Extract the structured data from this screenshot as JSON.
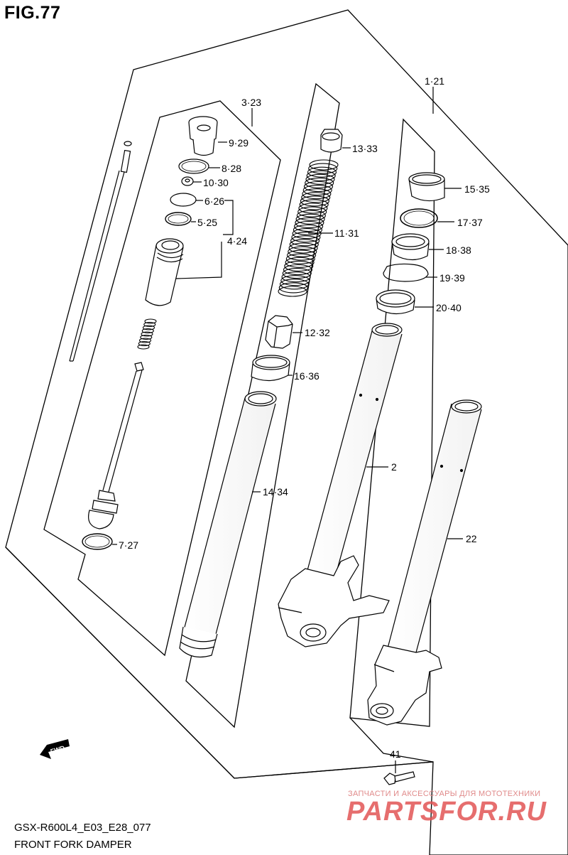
{
  "figure_title": "FIG.77",
  "model_code": "GSX-R600L4_E03_E28_077",
  "diagram_title": "FRONT FORK DAMPER",
  "watermark": {
    "tagline": "ЗАПЧАСТИ И АКСЕССУАРЫ ДЛЯ МОТОТЕХНИКИ",
    "brand": "PARTSFOR.RU"
  },
  "fwd_label": "FWD",
  "callouts": {
    "c1": "1·21",
    "c2": "2",
    "c3": "3·23",
    "c4": "4·24",
    "c5": "5·25",
    "c6": "6·26",
    "c7": "7·27",
    "c8": "8·28",
    "c9": "9·29",
    "c10": "10·30",
    "c11": "11·31",
    "c12": "12·32",
    "c13": "13·33",
    "c14": "14·34",
    "c15": "15·35",
    "c16": "16·36",
    "c17": "17·37",
    "c18": "18·38",
    "c19": "19·39",
    "c20": "20·40",
    "c22": "22",
    "c41": "41"
  }
}
